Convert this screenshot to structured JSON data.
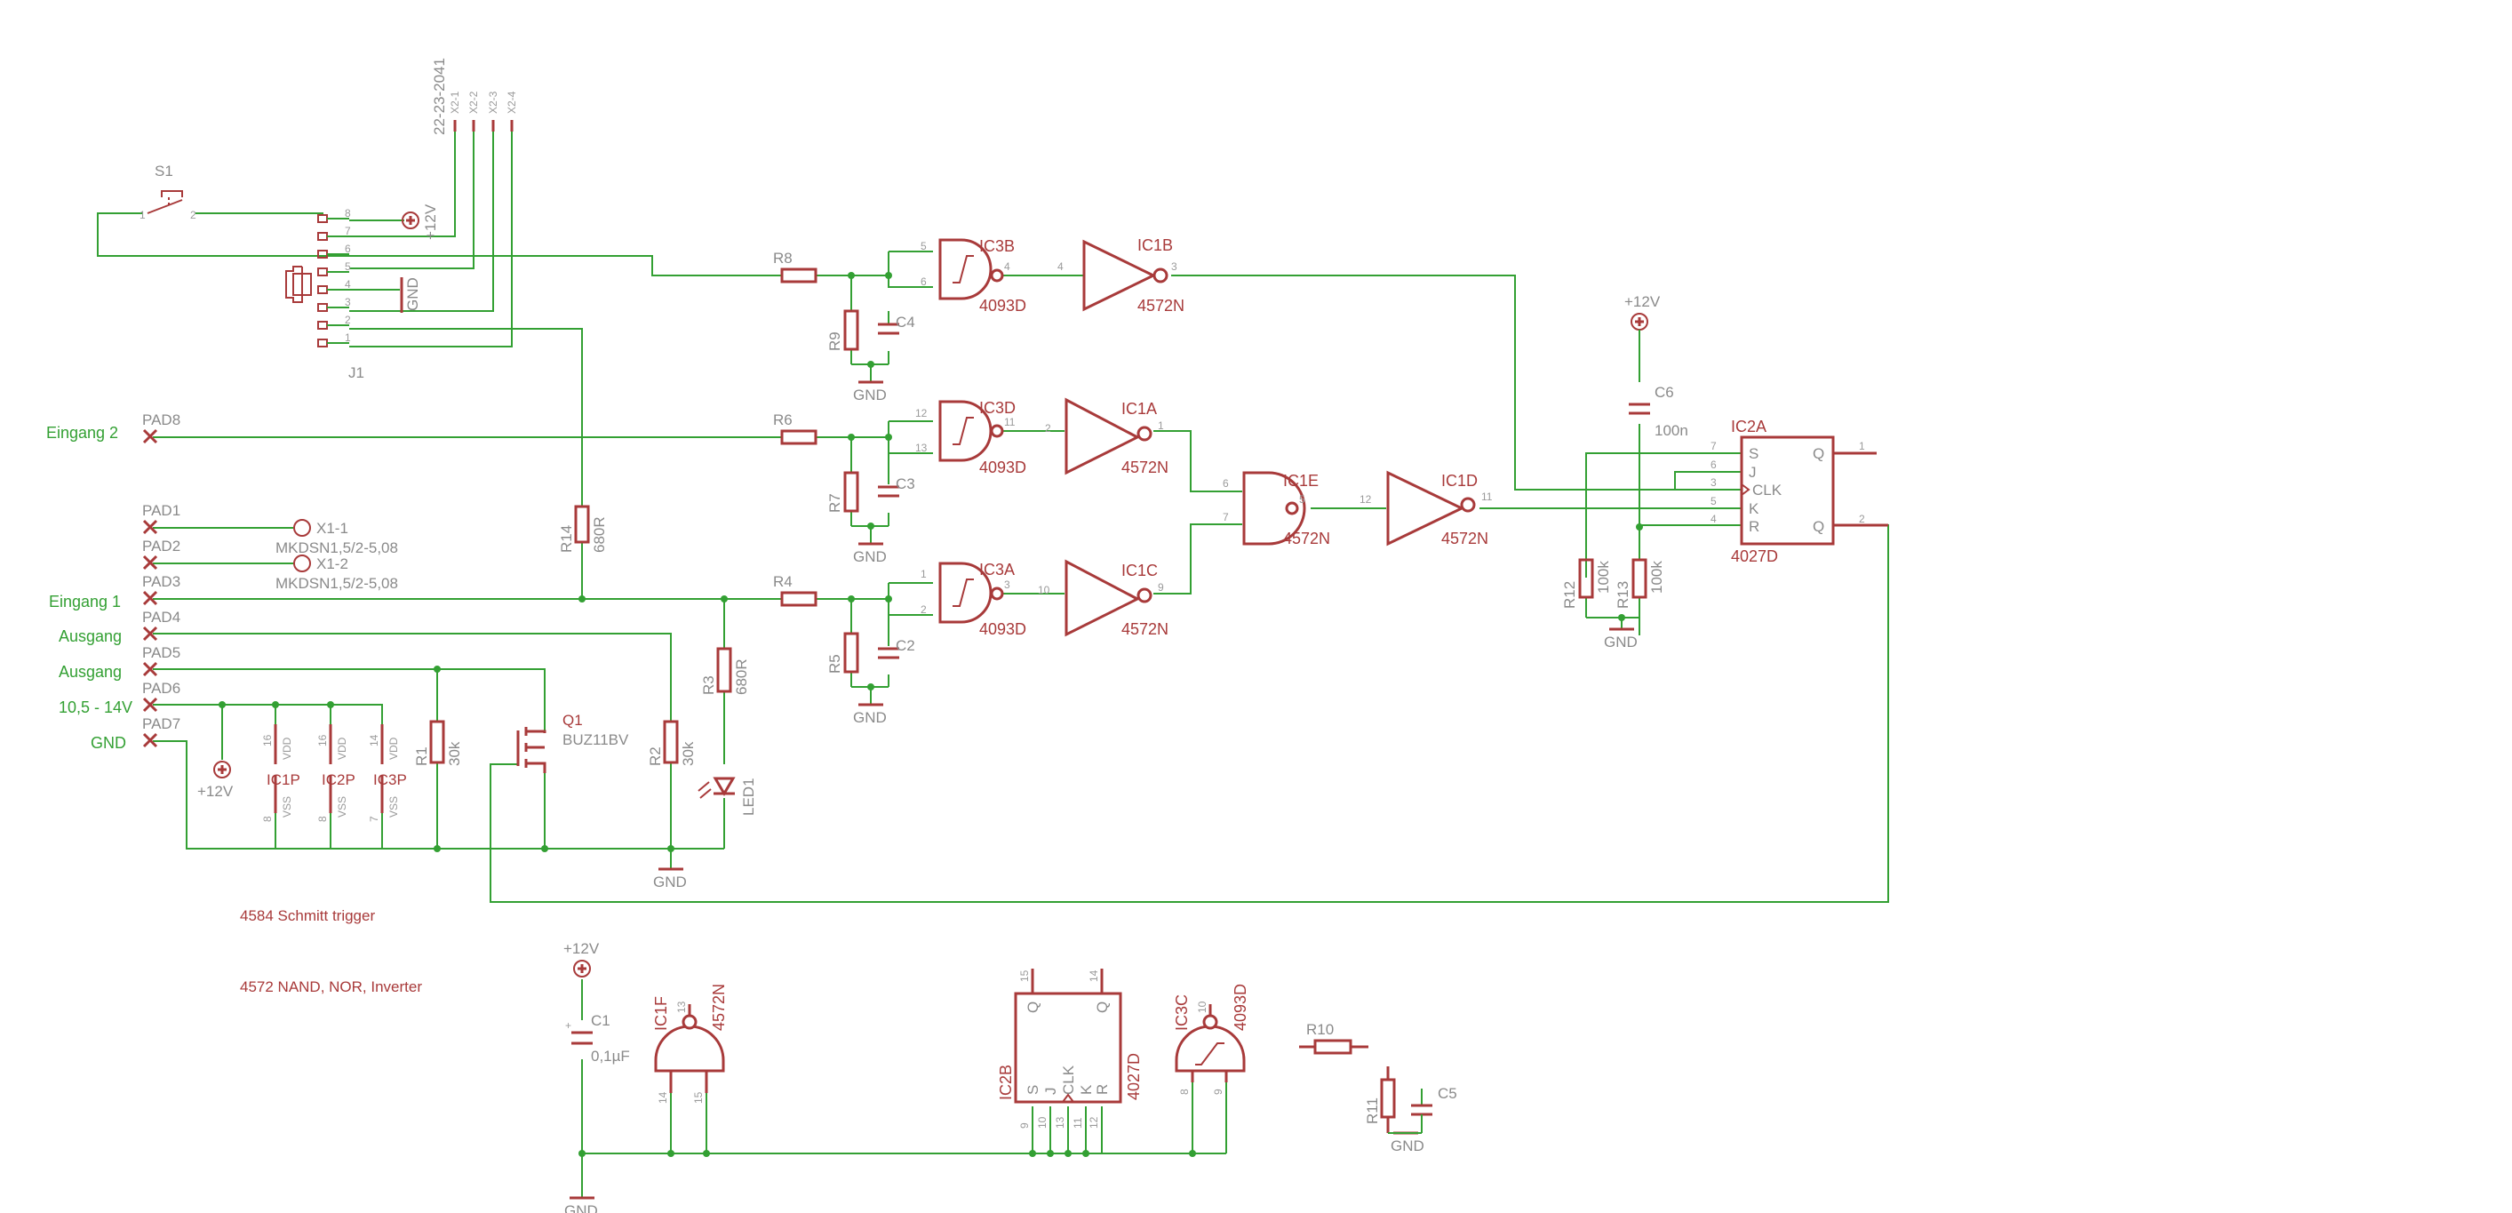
{
  "labels": {
    "eingang2": "Eingang 2",
    "eingang1": "Eingang 1",
    "ausgang_a": "Ausgang",
    "ausgang_b": "Ausgang",
    "supply": "10,5 - 14V",
    "gnd": "GND",
    "note1": "4584 Schmitt trigger",
    "note2": "4572 NAND, NOR, Inverter"
  },
  "pads": [
    "PAD8",
    "PAD1",
    "PAD2",
    "PAD3",
    "PAD4",
    "PAD5",
    "PAD6",
    "PAD7"
  ],
  "connectors": {
    "x1_1": "X1-1",
    "x1_2": "X1-2",
    "x1_type_a": "MKDSN1,5/2-5,08",
    "x1_type_b": "MKDSN1,5/2-5,08",
    "j1": "J1",
    "j1_part": "22-23-2041",
    "x2": [
      "X2-1",
      "X2-2",
      "X2-3",
      "X2-4"
    ],
    "j1_pins": [
      "8",
      "7",
      "6",
      "5",
      "4",
      "3",
      "2",
      "1"
    ],
    "s1": "S1",
    "s1_pin1": "1",
    "s1_pin2": "2"
  },
  "power": {
    "vcc": "+12V",
    "gnd": "GND"
  },
  "resistors": {
    "r1": "R1",
    "r1v": "30k",
    "r2": "R2",
    "r2v": "30k",
    "r3": "R3",
    "r3v": "680R",
    "r14": "R14",
    "r14v": "680R",
    "r4": "R4",
    "r5": "R5",
    "r6": "R6",
    "r7": "R7",
    "r8": "R8",
    "r9": "R9",
    "r10": "R10",
    "r11": "R11",
    "r12": "R12",
    "r12v": "100k",
    "r13": "R13",
    "r13v": "100k"
  },
  "capacitors": {
    "c1": "C1",
    "c1v": "0,1µF",
    "c2": "C2",
    "c3": "C3",
    "c4": "C4",
    "c5": "C5",
    "c6": "C6",
    "c6v": "100n"
  },
  "gates": {
    "ic3b": "IC3B",
    "ic3d": "IC3D",
    "ic3a": "IC3A",
    "ic3c": "IC3C",
    "p4093": "4093D",
    "ic1b": "IC1B",
    "ic1a": "IC1A",
    "ic1c": "IC1C",
    "ic1e": "IC1E",
    "ic1d": "IC1D",
    "ic1f": "IC1F",
    "p4572": "4572N",
    "ic2a": "IC2A",
    "ic2b": "IC2B",
    "p4027": "4027D",
    "ic1p": "IC1P",
    "ic2p": "IC2P",
    "ic3p": "IC3P",
    "vdd": "VDD",
    "vss": "VSS"
  },
  "ff_pins": {
    "s": "S",
    "j": "J",
    "clk": "CLK",
    "k": "K",
    "r": "R",
    "q": "Q"
  },
  "transistor": {
    "q1": "Q1",
    "q1p": "BUZ11BV",
    "led1": "LED1"
  },
  "pin_numbers": {
    "ic3b_in": [
      "5",
      "6"
    ],
    "ic3b_out": "4",
    "ic1b_in": "4",
    "ic1b_out": "3",
    "ic3d_in": [
      "12",
      "13"
    ],
    "ic3d_out": "11",
    "ic1a_in": "2",
    "ic1a_out": "1",
    "ic3a_in": [
      "1",
      "2"
    ],
    "ic3a_out": "3",
    "ic1c_in": "10",
    "ic1c_out": "9",
    "ic1e_in": [
      "6",
      "7"
    ],
    "ic1e_out": "5",
    "ic1d_in": "12",
    "ic1d_out": "11",
    "ic2a_in": [
      "7",
      "6",
      "3",
      "5",
      "4"
    ],
    "ic2a_out": [
      "1",
      "2"
    ],
    "p_vdd": [
      "16",
      "16",
      "14"
    ],
    "p_vss": [
      "8",
      "8",
      "7"
    ],
    "ic1f_top": "13",
    "ic1f_bot": [
      "14",
      "15"
    ],
    "ic2b_top": [
      "15",
      "14"
    ],
    "ic2b_bot": [
      "9",
      "10",
      "13",
      "11",
      "12"
    ],
    "ic3c_top": "10",
    "ic3c_bot": [
      "8",
      "9"
    ]
  },
  "colors": {
    "wire": "#33a033",
    "symbol": "#a83a3a",
    "pin_text": "#9a9a9a",
    "background": "#ffffff"
  }
}
